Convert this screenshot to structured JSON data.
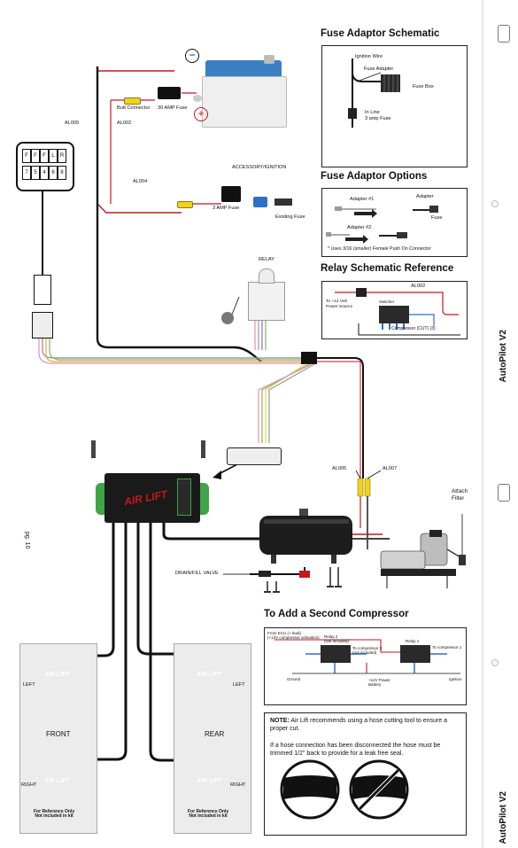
{
  "side_labels": {
    "top": "AutoPilot V2",
    "bottom": "AutoPilot V2",
    "page_number": "pg. 10"
  },
  "battery": {
    "minus_symbol": "−",
    "plus_symbol": "+",
    "colors": {
      "case": "#f1f1f1",
      "cap": "#3a7fc1"
    }
  },
  "labels": {
    "al005_top": "AL005",
    "al002": "AL002",
    "butt_connector": "Butt Connector",
    "fuse_30": "30 AMP Fuse",
    "accessory": "ACCESSORY/IGNITION",
    "al004": "AL004",
    "fuse_3": "3 AMP Fuse",
    "existing_fuse": "Existing Fuse",
    "relay": "RELAY",
    "al005_bottom": "AL005",
    "al007": "AL007",
    "attach_filter": "Attach\nFilter",
    "drain_fill": "DRAIN/FILL VALVE",
    "module_brand": "AIR LIFT"
  },
  "connector_pins": [
    "F",
    "F",
    "F",
    "L",
    "R",
    "7",
    "5",
    "4",
    "6",
    "8"
  ],
  "fuse_adaptor_schematic": {
    "title": "Fuse Adaptor Schematic",
    "ignition_wire": "Ignition Wire",
    "fuse_adapter": "Fuse Adapter",
    "fuse_box": "Fuse Box",
    "inline_fuse": "In Line\n3 amp Fuse"
  },
  "fuse_adaptor_options": {
    "title": "Fuse Adaptor Options",
    "adapter1": "Adapter #1",
    "adapter": "Adapter",
    "fuse": "Fuse",
    "adapter2": "Adapter #2",
    "note": "* Uses 3/16 (smaller) Female Push On Connector"
  },
  "relay_schematic": {
    "title": "Relay Schematic Reference",
    "al002": "AL002",
    "to_12v": "To +12 Volt\nPower Source",
    "switcher": "Switcher",
    "compressor": "Compressor (CUT) (3)"
  },
  "second_compressor": {
    "title": "To Add a Second Compressor",
    "ecu_note": "From ECU (+ lead)\n(+12V compressor activation)",
    "relay2": "Relay 2\n(Not included)",
    "to_comp2": "To compressor 2\n(not included)",
    "relay1": "Relay 1",
    "to_comp1": "To compressor 1",
    "ground": "Ground",
    "battery": "+12V Power\nBattery",
    "ignition": "Ignition"
  },
  "note_box": {
    "bold": "NOTE:",
    "line1": " Air Lift recommends using a hose cutting tool to ensure a proper cut.",
    "line2": "If a hose connection has been disconnected the hose must be trimmed 1/2\" back to provide for a leak free seal."
  },
  "bags": {
    "brand": "AIR LIFT",
    "front_panel": "FRONT",
    "rear_panel": "REAR",
    "left": "LEFT",
    "right": "RIGHT",
    "reference": "For Reference Only\nNot included in kit"
  }
}
